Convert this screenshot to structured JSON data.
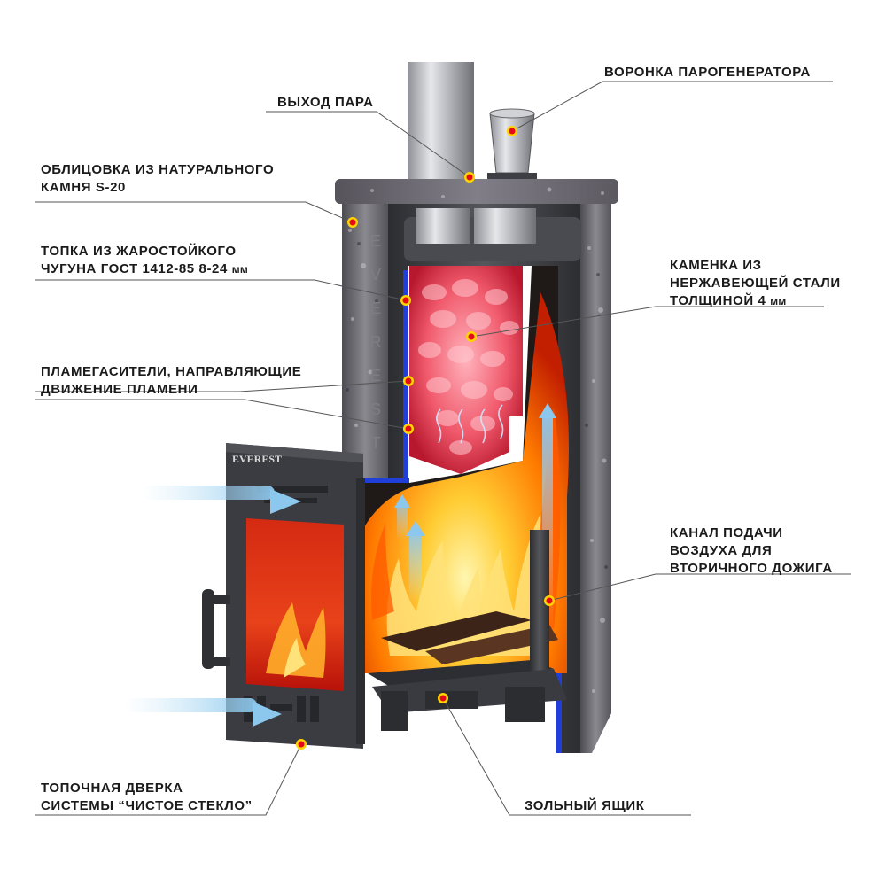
{
  "brand": {
    "side_letters": [
      "E",
      "V",
      "E",
      "R",
      "E",
      "S",
      "T"
    ],
    "door_logo": "EVEREST"
  },
  "colors": {
    "stone": "#6b6a70",
    "iron": "#3a3b3f",
    "fire": "#ff8a00",
    "stones_red": "#e94b5c",
    "air_blue": "#9fd1f0",
    "accent_blue": "#1f3fd8",
    "marker_red": "#e30b17",
    "marker_yellow": "#ffd400"
  },
  "labels": {
    "steam_funnel": {
      "line1": "ВОРОНКА ПАРОГЕНЕРАТОРА"
    },
    "steam_outlet": {
      "line1": "ВЫХОД ПАРА"
    },
    "stone_cladding": {
      "line1": "ОБЛИЦОВКА ИЗ НАТУРАЛЬНОГО",
      "line2": "КАМНЯ S-20"
    },
    "firebox": {
      "line1": "ТОПКА ИЗ ЖАРОСТОЙКОГО",
      "line2": "ЧУГУНА ГОСТ 1412-85 8-24",
      "unit": "мм"
    },
    "heater": {
      "line1": "КАМЕНКА ИЗ",
      "line2": "НЕРЖАВЕЮЩЕЙ СТАЛИ",
      "line3": "ТОЛЩИНОЙ 4",
      "unit": "мм"
    },
    "flame_dampers": {
      "line1": "ПЛАМЕГАСИТЕЛИ, НАПРАВЛЯЮЩИЕ",
      "line2": "ДВИЖЕНИЕ ПЛАМЕНИ"
    },
    "air_channel": {
      "line1": "КАНАЛ ПОДАЧИ",
      "line2": "ВОЗДУХА ДЛЯ",
      "line3": "ВТОРИЧНОГО ДОЖИГА"
    },
    "fire_door": {
      "line1": "ТОПОЧНАЯ ДВЕРКА",
      "line2": "СИСТЕМЫ “ЧИСТОЕ СТЕКЛО”"
    },
    "ash_box": {
      "line1": "ЗОЛЬНЫЙ ЯЩИК"
    }
  }
}
